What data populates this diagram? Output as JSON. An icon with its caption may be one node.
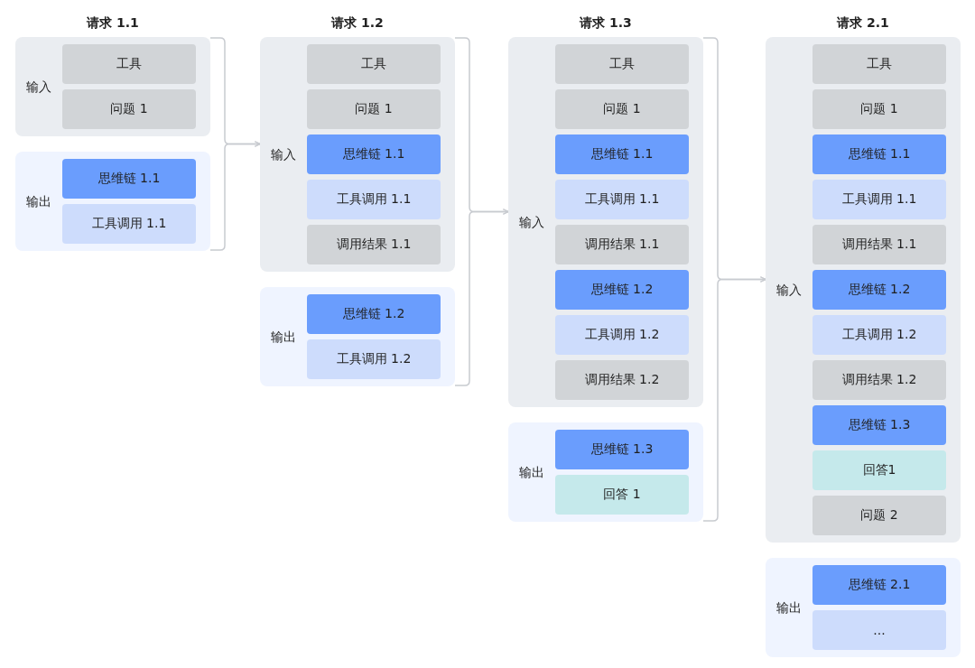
{
  "diagram": {
    "nodes": [
      {
        "text": [
          "输入"
        ]
      },
      {
        "text": [
          "工具"
        ],
        "in": 0
      },
      {
        "text": [
          "问题 1"
        ],
        "in": 0
      },
      {
        "text": [
          "输出"
        ]
      },
      {
        "text": [
          "思维链 1.1"
        ],
        "in": 3
      },
      {
        "text": [
          "工具调用 1.1"
        ],
        "in": 3
      },
      {
        "text": [
          "输入"
        ]
      },
      {
        "text": [
          "工具"
        ],
        "in": 6
      },
      {
        "text": [
          "问题 1"
        ],
        "in": 6
      },
      {
        "text": [
          "思维链 1.1"
        ],
        "in": 6
      },
      {
        "text": [
          "工具调用 1.1"
        ],
        "in": 6
      },
      {
        "text": [
          "调用结果 1.1"
        ],
        "in": 6
      },
      {
        "text": [
          "输出"
        ]
      },
      {
        "text": [
          "思维链 1.2"
        ],
        "in": 12
      },
      {
        "text": [
          "工具调用 1.2"
        ],
        "in": 12
      },
      {
        "text": [
          "输入"
        ]
      },
      {
        "text": [
          "工具"
        ],
        "in": 15
      },
      {
        "text": [
          "问题 1"
        ],
        "in": 15
      },
      {
        "text": [
          "思维链 1.1"
        ],
        "in": 15
      },
      {
        "text": [
          "工具调用 1.1"
        ],
        "in": 15
      },
      {
        "text": [
          "调用结果 1.1"
        ],
        "in": 15
      },
      {
        "text": [
          "思维链 1.2"
        ],
        "in": 15
      },
      {
        "text": [
          "工具调用 1.2"
        ],
        "in": 15
      },
      {
        "text": [
          "调用结果 1.2"
        ],
        "in": 15
      },
      {
        "text": [
          "输出"
        ]
      },
      {
        "text": [
          "思维链 1.3"
        ],
        "in": 24
      },
      {
        "text": [
          "回答 1"
        ],
        "in": 24
      },
      {
        "text": [
          "输入"
        ]
      },
      {
        "text": [
          "工具"
        ],
        "in": 27
      },
      {
        "text": [
          "问题 1"
        ],
        "in": 27
      },
      {
        "text": [
          "思维链 1.1"
        ],
        "in": 27
      },
      {
        "text": [
          "工具调用 1.1"
        ],
        "in": 27
      },
      {
        "text": [
          "调用结果 1.1"
        ],
        "in": 27
      },
      {
        "text": [
          "思维链 1.2"
        ],
        "in": 27
      },
      {
        "text": [
          "工具调用 1.2"
        ],
        "in": 27
      },
      {
        "text": [
          "调用结果 1.2"
        ],
        "in": 27
      },
      {
        "text": [
          "思维链 1.3"
        ],
        "in": 27
      },
      {
        "text": [
          "回答1"
        ],
        "in": 27
      },
      {
        "text": [
          "问题 2"
        ],
        "in": 27
      },
      {
        "text": [
          "输出"
        ]
      },
      {
        "text": [
          "思维链 2.1"
        ],
        "in": 39
      },
      {
        "text": [
          "..."
        ],
        "in": 39
      }
    ],
    "edges": [
      {
        "from": 0,
        "to": 6,
        "arrow": "to"
      },
      {
        "from": 3,
        "to": 6,
        "arrow": "to"
      },
      {
        "from": 6,
        "to": 15,
        "arrow": "to"
      },
      {
        "from": 12,
        "to": 15,
        "arrow": "to"
      },
      {
        "from": 15,
        "to": 27,
        "arrow": "to"
      },
      {
        "from": 24,
        "to": 27,
        "arrow": "to"
      }
    ],
    "labels": [
      "请求 1.1",
      "请求 1.2",
      "请求 1.3",
      "请求 2.1"
    ]
  }
}
